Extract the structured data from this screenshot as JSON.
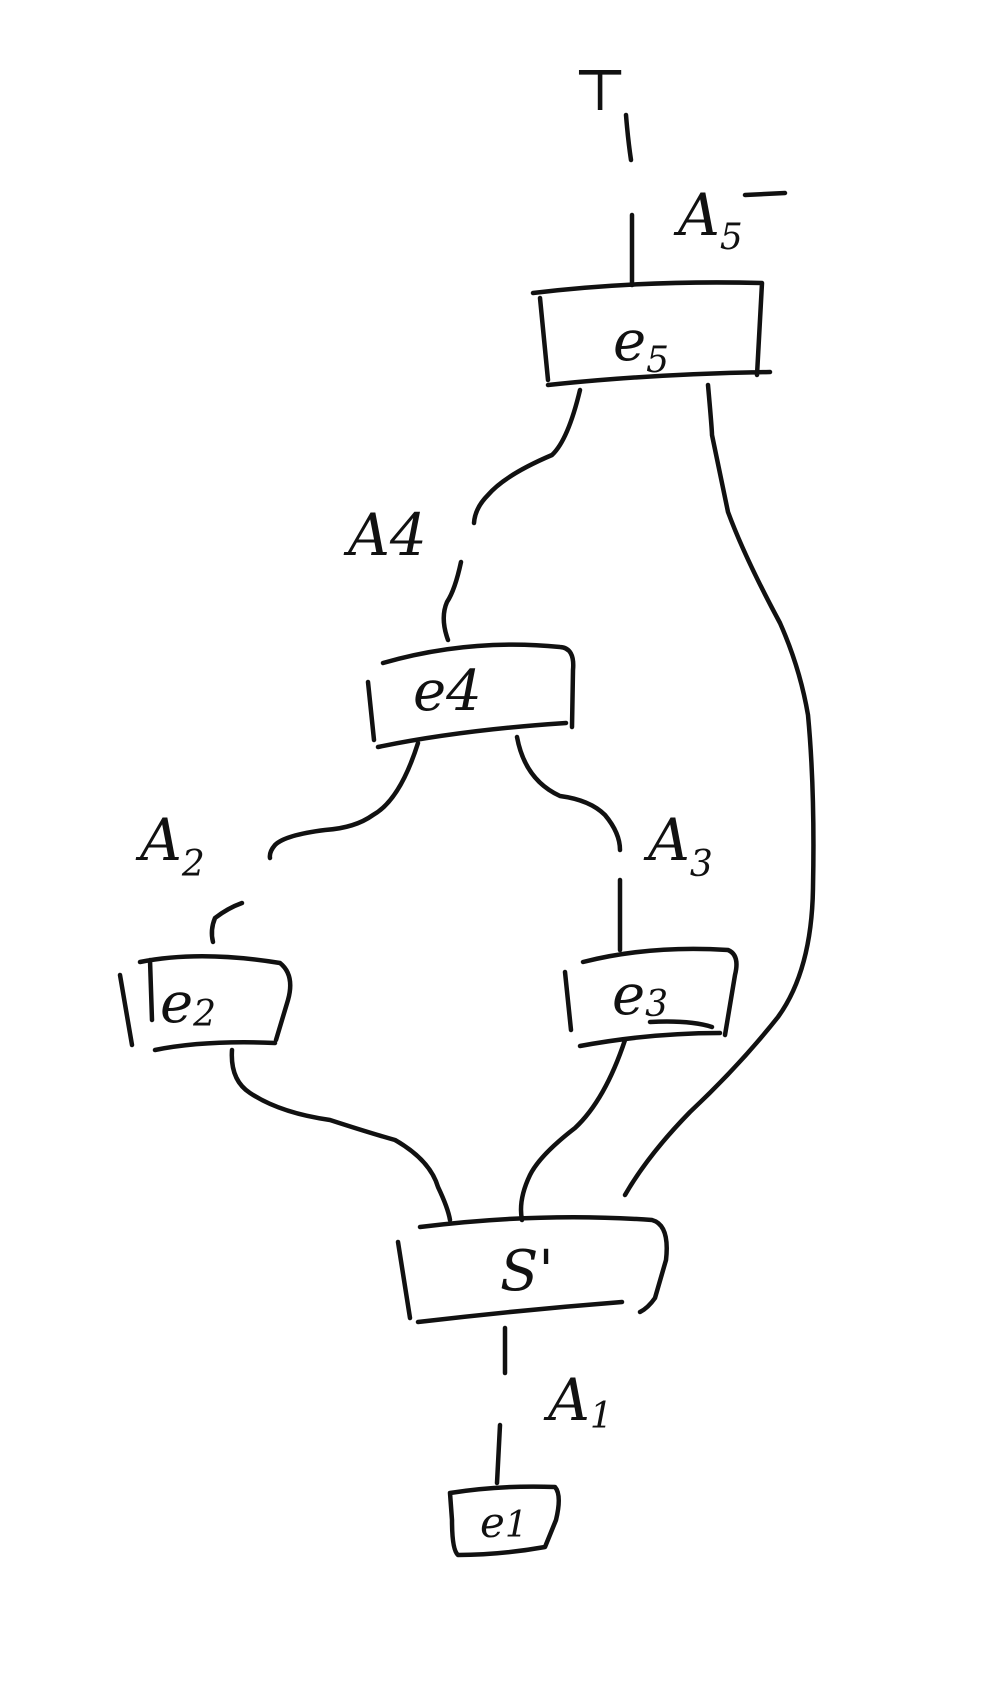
{
  "diagram": {
    "top_symbol": "⊤",
    "nodes": {
      "e5": {
        "base": "e",
        "sub": "5"
      },
      "e4": {
        "base": "e",
        "sub": "4"
      },
      "e2": {
        "base": "e",
        "sub": "2"
      },
      "e3": {
        "base": "e",
        "sub": "3"
      },
      "s_prime": {
        "base": "S'",
        "sub": ""
      },
      "e1": {
        "base": "e",
        "sub": "1"
      }
    },
    "edges": {
      "A5": {
        "base": "A",
        "sub": "5",
        "from": "e5",
        "to": "top"
      },
      "A4": {
        "base": "A",
        "sub": "4",
        "from": "e4",
        "to": "e5"
      },
      "A2": {
        "base": "A",
        "sub": "2",
        "from": "e2",
        "to": "e4"
      },
      "A3": {
        "base": "A",
        "sub": "3",
        "from": "e3",
        "to": "e4"
      },
      "A1": {
        "base": "A",
        "sub": "1",
        "from": "e1",
        "to": "s_prime"
      }
    },
    "connections": [
      {
        "from": "s_prime",
        "to": "e2"
      },
      {
        "from": "s_prime",
        "to": "e3"
      },
      {
        "from": "s_prime",
        "to": "e5"
      }
    ]
  }
}
